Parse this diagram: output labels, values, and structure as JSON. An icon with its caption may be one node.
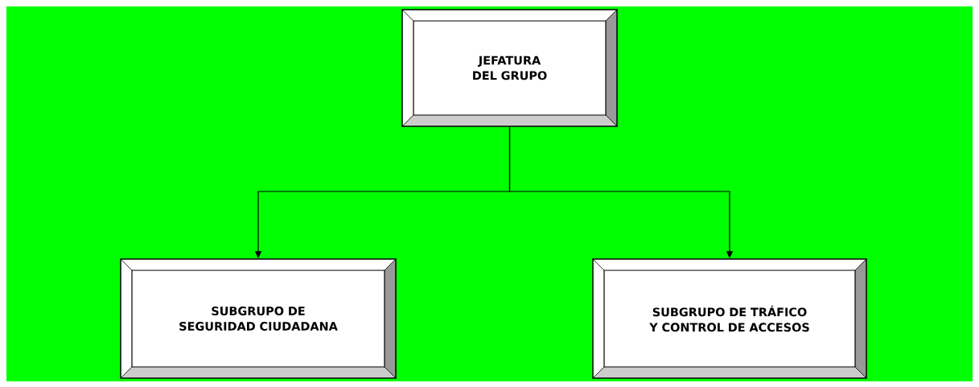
{
  "diagram": {
    "nodes": [
      {
        "text": [
          "JEFATURA DEL GRUPO"
        ]
      },
      {
        "text": [
          "SUBGRUPO DE SEGURIDAD CIUDADANA"
        ]
      },
      {
        "text": [
          "SUBGRUPO DE TRÁFICO Y CONTROL DE ACCESOS"
        ]
      }
    ],
    "edges": [
      {
        "from": 0,
        "to": 1,
        "arrow": "to"
      },
      {
        "from": 0,
        "to": 2,
        "arrow": "to"
      }
    ]
  }
}
